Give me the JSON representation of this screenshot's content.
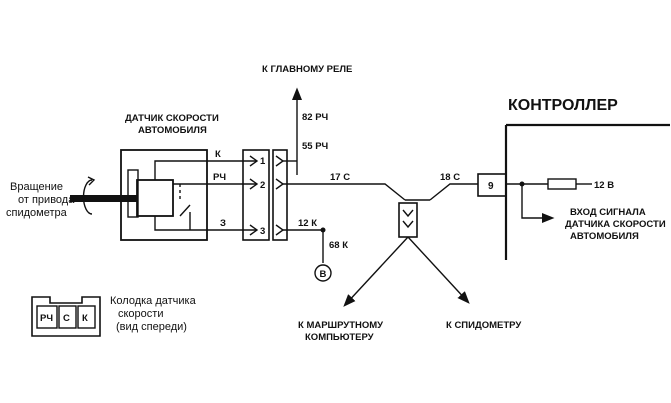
{
  "labels": {
    "main_relay": "К ГЛАВНОМУ РЕЛЕ",
    "sensor_title_1": "ДАТЧИК СКОРОСТИ",
    "sensor_title_2": "АВТОМОБИЛЯ",
    "rotation_1": "Вращение",
    "rotation_2": "от привода",
    "rotation_3": "спидометра",
    "controller": "КОНТРОЛЛЕР",
    "input_signal_1": "ВХОД СИГНАЛА",
    "input_signal_2": "ДАТЧИКА СКОРОСТИ",
    "input_signal_3": "АВТОМОБИЛЯ",
    "to_trip_computer_1": "К МАРШРУТНОМУ",
    "to_trip_computer_2": "КОМПЬЮТЕРУ",
    "to_speedometer": "К СПИДОМЕТРУ",
    "connector_caption_1": "Колодка датчика",
    "connector_caption_2": "скорости",
    "connector_caption_3": "(вид спереди)"
  },
  "wires": {
    "sensor_k": "К",
    "sensor_rch": "РЧ",
    "sensor_z": "З",
    "w82": "82 РЧ",
    "w55": "55 РЧ",
    "w17": "17 С",
    "w18": "18 С",
    "w12k": "12 К",
    "w68k": "68 К",
    "v12": "12 В"
  },
  "pins": {
    "p1": "1",
    "p2": "2",
    "p3": "3"
  },
  "controller_pin": "9",
  "ground_mark": "B",
  "connector_cells": [
    "РЧ",
    "С",
    "К"
  ]
}
